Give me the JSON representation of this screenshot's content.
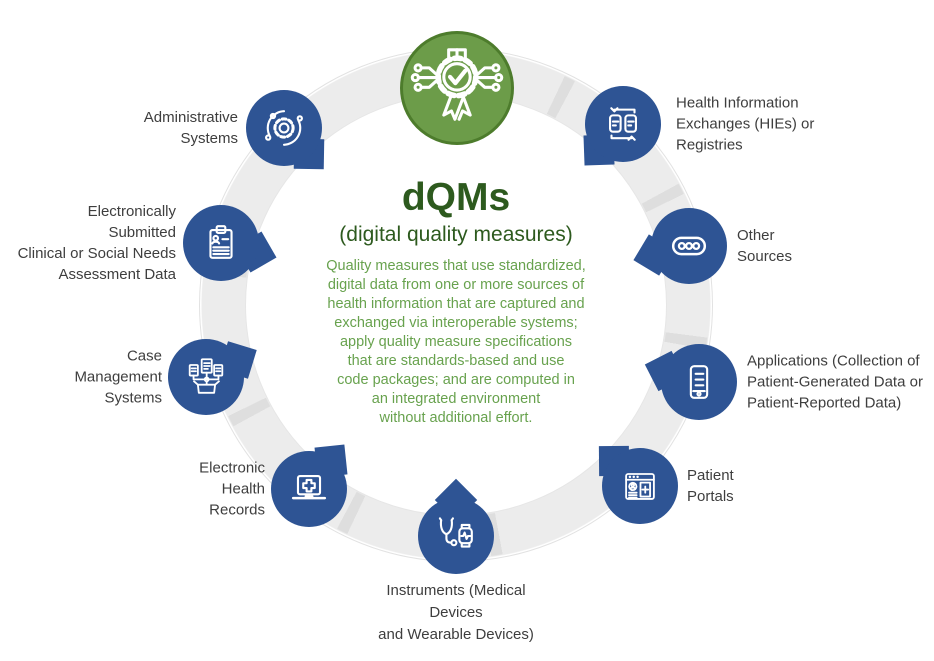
{
  "center": {
    "title": "dQMs",
    "subtitle": "(digital quality measures)",
    "description": "Quality measures that use standardized,\ndigital data from one or more sources of\nhealth information that are captured and\nexchanged via interoperable systems;\napply quality measure specifications\nthat are standards-based and use\ncode packages; and are computed in\nan integrated environment\nwithout additional effort."
  },
  "badge": {
    "icon": "award-check-circuit-icon"
  },
  "nodes": [
    {
      "id": "administrative-systems",
      "label": "Administrative\nSystems",
      "icon": "gear-cycle-icon"
    },
    {
      "id": "health-information-exchanges",
      "label": "Health Information\nExchanges (HIEs) or\nRegistries",
      "icon": "data-exchange-icon"
    },
    {
      "id": "electronically-submitted-assessment-data",
      "label": "Electronically\nSubmitted\nClinical or Social Needs\nAssessment Data",
      "icon": "clipboard-person-icon"
    },
    {
      "id": "other-sources",
      "label": "Other\nSources",
      "icon": "ellipsis-pill-icon"
    },
    {
      "id": "case-management-systems",
      "label": "Case\nManagement\nSystems",
      "icon": "documents-box-icon"
    },
    {
      "id": "applications",
      "label": "Applications (Collection of\nPatient-Generated Data or\nPatient-Reported Data)",
      "icon": "smartphone-icon"
    },
    {
      "id": "electronic-health-records",
      "label": "Electronic\nHealth\nRecords",
      "icon": "laptop-medical-cross-icon"
    },
    {
      "id": "patient-portals",
      "label": "Patient\nPortals",
      "icon": "patient-portal-window-icon"
    },
    {
      "id": "instruments",
      "label": "Instruments (Medical\nDevices\nand Wearable Devices)",
      "icon": "stethoscope-smartwatch-icon"
    }
  ],
  "colors": {
    "node_blue": "#2e5494",
    "badge_green": "#6c9c49",
    "badge_border_green": "#4d7c2c",
    "title_green": "#2d5a1e",
    "body_green": "#68a24e",
    "ring_gray": "#ececec",
    "label_gray": "#3e3e3e"
  }
}
